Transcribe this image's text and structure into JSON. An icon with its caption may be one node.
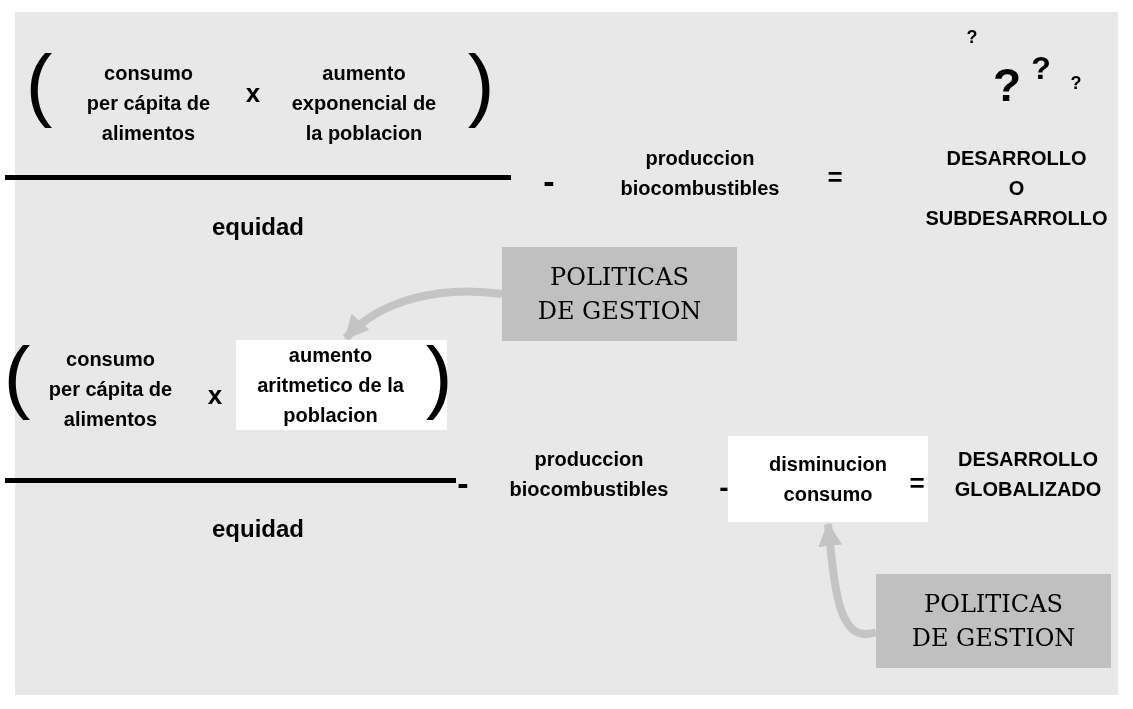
{
  "diagram": {
    "nodes": [
      {
        "text": [
          "POLITICAS DE GESTION"
        ]
      },
      {
        "text": [
          "aumento aritmetico de la poblacion"
        ]
      },
      {
        "text": [
          "disminucion consumo"
        ]
      },
      {
        "text": [
          "POLITICAS DE GESTION"
        ]
      }
    ],
    "edges": [
      {
        "from": 0,
        "to": 1,
        "arrow": "to"
      },
      {
        "from": 3,
        "to": 2,
        "arrow": "to"
      }
    ],
    "labels": [
      "(",
      "consumo per cápita de alimentos",
      "x",
      "aumento exponencial de la poblacion",
      ")",
      "?",
      "?",
      "?",
      "?",
      "-",
      "produccion biocombustibles",
      "=",
      "DESARROLLO O SUBDESARROLLO",
      "equidad",
      "(",
      "consumo per cápita de alimentos",
      "x",
      ")",
      "-",
      "produccion biocombustibles",
      "-",
      "=",
      "DESARROLLO GLOBALIZADO",
      "equidad"
    ]
  }
}
